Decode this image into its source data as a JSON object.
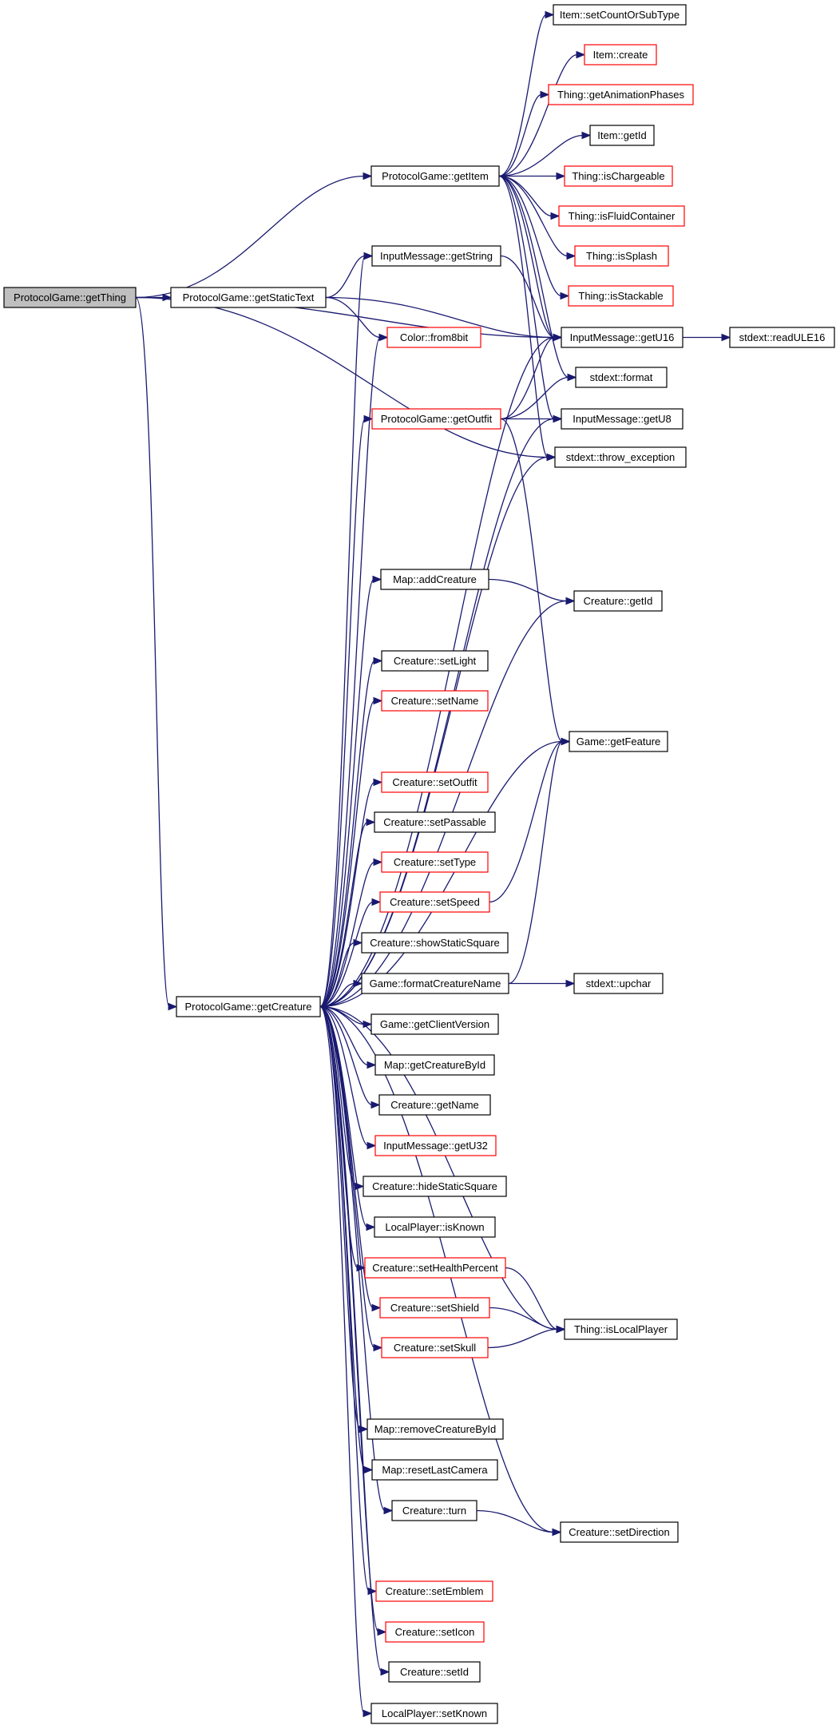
{
  "colors": {
    "edge": "#191970",
    "red_border": "#ff0000",
    "root_fill": "#bfbfbf"
  },
  "nodes": [
    {
      "id": "getThing",
      "label": "ProtocolGame::getThing",
      "style": "root"
    },
    {
      "id": "getItem",
      "label": "ProtocolGame::getItem",
      "style": "black"
    },
    {
      "id": "getStaticText",
      "label": "ProtocolGame::getStaticText",
      "style": "black"
    },
    {
      "id": "getCreature",
      "label": "ProtocolGame::getCreature",
      "style": "black"
    },
    {
      "id": "setCountOrSubType",
      "label": "Item::setCountOrSubType",
      "style": "black"
    },
    {
      "id": "itemCreate",
      "label": "Item::create",
      "style": "red"
    },
    {
      "id": "getAnimationPhases",
      "label": "Thing::getAnimationPhases",
      "style": "red"
    },
    {
      "id": "itemGetId",
      "label": "Item::getId",
      "style": "black"
    },
    {
      "id": "isChargeable",
      "label": "Thing::isChargeable",
      "style": "red"
    },
    {
      "id": "isFluidContainer",
      "label": "Thing::isFluidContainer",
      "style": "red"
    },
    {
      "id": "isSplash",
      "label": "Thing::isSplash",
      "style": "red"
    },
    {
      "id": "isStackable",
      "label": "Thing::isStackable",
      "style": "red"
    },
    {
      "id": "getU16",
      "label": "InputMessage::getU16",
      "style": "black"
    },
    {
      "id": "readULE16",
      "label": "stdext::readULE16",
      "style": "black"
    },
    {
      "id": "getString",
      "label": "InputMessage::getString",
      "style": "black"
    },
    {
      "id": "from8bit",
      "label": "Color::from8bit",
      "style": "red"
    },
    {
      "id": "format",
      "label": "stdext::format",
      "style": "black"
    },
    {
      "id": "getOutfit",
      "label": "ProtocolGame::getOutfit",
      "style": "red"
    },
    {
      "id": "getU8",
      "label": "InputMessage::getU8",
      "style": "black"
    },
    {
      "id": "throwException",
      "label": "stdext::throw_exception",
      "style": "black"
    },
    {
      "id": "addCreature",
      "label": "Map::addCreature",
      "style": "black"
    },
    {
      "id": "creatureGetId",
      "label": "Creature::getId",
      "style": "black"
    },
    {
      "id": "setLight",
      "label": "Creature::setLight",
      "style": "black"
    },
    {
      "id": "setName",
      "label": "Creature::setName",
      "style": "red"
    },
    {
      "id": "getFeature",
      "label": "Game::getFeature",
      "style": "black"
    },
    {
      "id": "setOutfit",
      "label": "Creature::setOutfit",
      "style": "red"
    },
    {
      "id": "setPassable",
      "label": "Creature::setPassable",
      "style": "black"
    },
    {
      "id": "setType",
      "label": "Creature::setType",
      "style": "red"
    },
    {
      "id": "setSpeed",
      "label": "Creature::setSpeed",
      "style": "red"
    },
    {
      "id": "showStaticSquare",
      "label": "Creature::showStaticSquare",
      "style": "black"
    },
    {
      "id": "formatCreatureName",
      "label": "Game::formatCreatureName",
      "style": "black"
    },
    {
      "id": "upchar",
      "label": "stdext::upchar",
      "style": "black"
    },
    {
      "id": "getClientVersion",
      "label": "Game::getClientVersion",
      "style": "black"
    },
    {
      "id": "getCreatureById",
      "label": "Map::getCreatureById",
      "style": "black"
    },
    {
      "id": "getName",
      "label": "Creature::getName",
      "style": "black"
    },
    {
      "id": "getU32",
      "label": "InputMessage::getU32",
      "style": "red"
    },
    {
      "id": "hideStaticSquare",
      "label": "Creature::hideStaticSquare",
      "style": "black"
    },
    {
      "id": "isKnown",
      "label": "LocalPlayer::isKnown",
      "style": "black"
    },
    {
      "id": "setHealthPercent",
      "label": "Creature::setHealthPercent",
      "style": "red"
    },
    {
      "id": "setShield",
      "label": "Creature::setShield",
      "style": "red"
    },
    {
      "id": "setSkull",
      "label": "Creature::setSkull",
      "style": "red"
    },
    {
      "id": "isLocalPlayer",
      "label": "Thing::isLocalPlayer",
      "style": "black"
    },
    {
      "id": "removeCreatureById",
      "label": "Map::removeCreatureById",
      "style": "black"
    },
    {
      "id": "resetLastCamera",
      "label": "Map::resetLastCamera",
      "style": "black"
    },
    {
      "id": "turn",
      "label": "Creature::turn",
      "style": "black"
    },
    {
      "id": "setDirection",
      "label": "Creature::setDirection",
      "style": "black"
    },
    {
      "id": "setEmblem",
      "label": "Creature::setEmblem",
      "style": "red"
    },
    {
      "id": "setIcon",
      "label": "Creature::setIcon",
      "style": "red"
    },
    {
      "id": "setId",
      "label": "Creature::setId",
      "style": "black"
    },
    {
      "id": "setKnown",
      "label": "LocalPlayer::setKnown",
      "style": "black"
    }
  ],
  "edges": [
    [
      "getThing",
      "getItem"
    ],
    [
      "getThing",
      "getStaticText"
    ],
    [
      "getThing",
      "getCreature"
    ],
    [
      "getThing",
      "getU16"
    ],
    [
      "getThing",
      "throwException"
    ],
    [
      "getItem",
      "setCountOrSubType"
    ],
    [
      "getItem",
      "itemCreate"
    ],
    [
      "getItem",
      "getAnimationPhases"
    ],
    [
      "getItem",
      "itemGetId"
    ],
    [
      "getItem",
      "isChargeable"
    ],
    [
      "getItem",
      "isFluidContainer"
    ],
    [
      "getItem",
      "isSplash"
    ],
    [
      "getItem",
      "isStackable"
    ],
    [
      "getItem",
      "getU16"
    ],
    [
      "getItem",
      "format"
    ],
    [
      "getItem",
      "getU8"
    ],
    [
      "getItem",
      "throwException"
    ],
    [
      "getU16",
      "readULE16"
    ],
    [
      "getStaticText",
      "getString"
    ],
    [
      "getStaticText",
      "from8bit"
    ],
    [
      "getStaticText",
      "getU16"
    ],
    [
      "getString",
      "getU16"
    ],
    [
      "getOutfit",
      "getU16"
    ],
    [
      "getOutfit",
      "format"
    ],
    [
      "getOutfit",
      "getU8"
    ],
    [
      "getOutfit",
      "getFeature"
    ],
    [
      "addCreature",
      "creatureGetId"
    ],
    [
      "setSpeed",
      "getFeature"
    ],
    [
      "formatCreatureName",
      "getFeature"
    ],
    [
      "formatCreatureName",
      "upchar"
    ],
    [
      "setHealthPercent",
      "isLocalPlayer"
    ],
    [
      "setShield",
      "isLocalPlayer"
    ],
    [
      "setSkull",
      "isLocalPlayer"
    ],
    [
      "turn",
      "setDirection"
    ],
    [
      "getCreature",
      "getString"
    ],
    [
      "getCreature",
      "from8bit"
    ],
    [
      "getCreature",
      "getU16"
    ],
    [
      "getCreature",
      "getOutfit"
    ],
    [
      "getCreature",
      "getU8"
    ],
    [
      "getCreature",
      "throwException"
    ],
    [
      "getCreature",
      "addCreature"
    ],
    [
      "getCreature",
      "creatureGetId"
    ],
    [
      "getCreature",
      "setLight"
    ],
    [
      "getCreature",
      "setName"
    ],
    [
      "getCreature",
      "getFeature"
    ],
    [
      "getCreature",
      "setOutfit"
    ],
    [
      "getCreature",
      "setPassable"
    ],
    [
      "getCreature",
      "setType"
    ],
    [
      "getCreature",
      "setSpeed"
    ],
    [
      "getCreature",
      "showStaticSquare"
    ],
    [
      "getCreature",
      "formatCreatureName"
    ],
    [
      "getCreature",
      "getClientVersion"
    ],
    [
      "getCreature",
      "getCreatureById"
    ],
    [
      "getCreature",
      "getName"
    ],
    [
      "getCreature",
      "getU32"
    ],
    [
      "getCreature",
      "hideStaticSquare"
    ],
    [
      "getCreature",
      "isKnown"
    ],
    [
      "getCreature",
      "setHealthPercent"
    ],
    [
      "getCreature",
      "setShield"
    ],
    [
      "getCreature",
      "setSkull"
    ],
    [
      "getCreature",
      "isLocalPlayer"
    ],
    [
      "getCreature",
      "removeCreatureById"
    ],
    [
      "getCreature",
      "resetLastCamera"
    ],
    [
      "getCreature",
      "turn"
    ],
    [
      "getCreature",
      "setDirection"
    ],
    [
      "getCreature",
      "setEmblem"
    ],
    [
      "getCreature",
      "setIcon"
    ],
    [
      "getCreature",
      "setId"
    ],
    [
      "getCreature",
      "setKnown"
    ]
  ]
}
